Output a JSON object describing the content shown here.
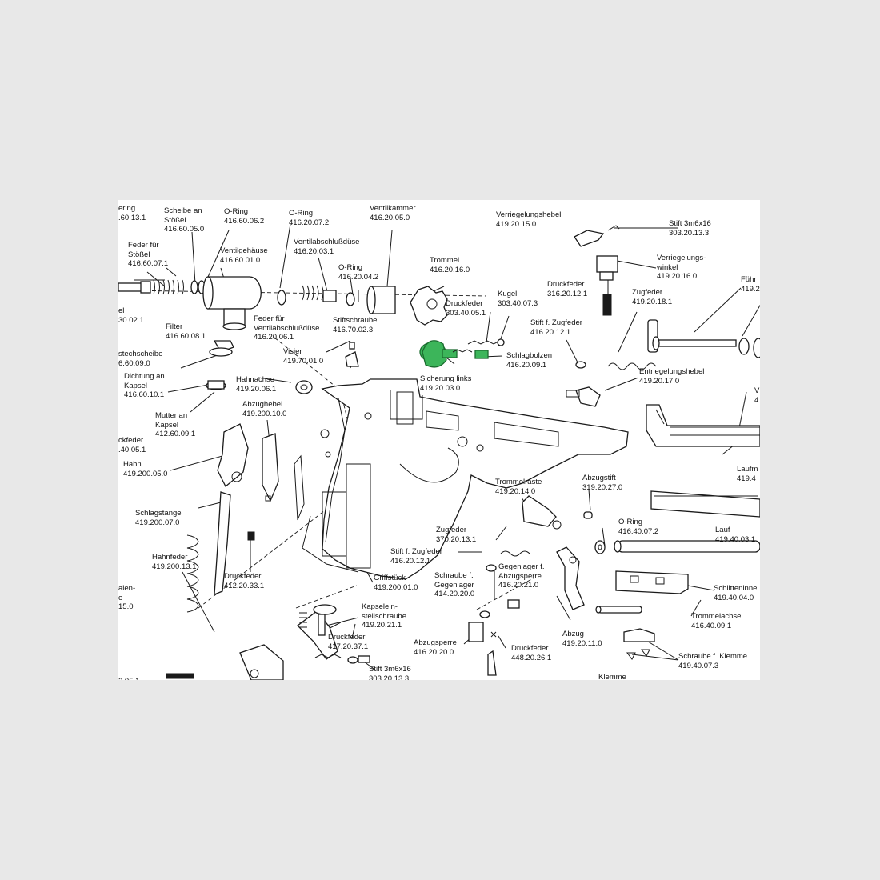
{
  "colors": {
    "background": "#e8e8e8",
    "sheet": "#ffffff",
    "line": "#1a1a1a",
    "highlight": "#3cb55a"
  },
  "labels": [
    {
      "key": "dichtring",
      "lines": [
        "ering",
        ".60.13.1"
      ]
    },
    {
      "key": "scheibe_stoessel",
      "lines": [
        "Scheibe an",
        "Stößel",
        "416.60.05.0"
      ]
    },
    {
      "key": "oring_1",
      "lines": [
        "O-Ring",
        "416.60.06.2"
      ]
    },
    {
      "key": "oring_2",
      "lines": [
        "O-Ring",
        "416.20.07.2"
      ]
    },
    {
      "key": "ventilkammer",
      "lines": [
        "Ventilkammer",
        "416.20.05.0"
      ]
    },
    {
      "key": "verriegelungshebel",
      "lines": [
        "Verriegelungshebel",
        "419.20.15.0"
      ]
    },
    {
      "key": "stift_3m6x16_top",
      "lines": [
        "Stift 3m6x16",
        "303.20.13.3"
      ]
    },
    {
      "key": "feder_stoessel",
      "lines": [
        "Feder für",
        "Stößel",
        "416.60.07.1"
      ]
    },
    {
      "key": "ventilgehaeuse",
      "lines": [
        "Ventilgehäuse",
        "416.60.01.0"
      ]
    },
    {
      "key": "ventilabschlussduese",
      "lines": [
        "Ventilabschlußdüse",
        "416.20.03.1"
      ]
    },
    {
      "key": "trommel",
      "lines": [
        "Trommel",
        "416.20.16.0"
      ]
    },
    {
      "key": "verriegelungswinkel",
      "lines": [
        "Verriegelungs-",
        "winkel",
        "419.20.16.0"
      ]
    },
    {
      "key": "oring_3",
      "lines": [
        "O-Ring",
        "416.20.04.2"
      ]
    },
    {
      "key": "druckfeder_316",
      "lines": [
        "Druckfeder",
        "316.20.12.1"
      ]
    },
    {
      "key": "fuehrung",
      "lines": [
        "Führ",
        "419.2"
      ]
    },
    {
      "key": "kugel",
      "lines": [
        "Kugel",
        "303.40.07.3"
      ]
    },
    {
      "key": "druckfeder_303",
      "lines": [
        "Druckfeder",
        "303.40.05.1"
      ]
    },
    {
      "key": "zugfeder_419",
      "lines": [
        "Zugfeder",
        "419.20.18.1"
      ]
    },
    {
      "key": "el_left",
      "lines": [
        "el",
        "30.02.1"
      ]
    },
    {
      "key": "filter",
      "lines": [
        "Filter",
        "416.60.08.1"
      ]
    },
    {
      "key": "feder_ventilabschluss",
      "lines": [
        "Feder für",
        "Ventilabschlußdüse",
        "416.20.06.1"
      ]
    },
    {
      "key": "stiftschraube",
      "lines": [
        "Stiftschraube",
        "416.70.02.3"
      ]
    },
    {
      "key": "stift_zugfeder_top",
      "lines": [
        "Stift f. Zugfeder",
        "416.20.12.1"
      ]
    },
    {
      "key": "stechscheibe",
      "lines": [
        "stechscheibe",
        "6.60.09.0"
      ]
    },
    {
      "key": "schlagbolzen",
      "lines": [
        "Schlagbolzen",
        "416.20.09.1"
      ]
    },
    {
      "key": "visier",
      "lines": [
        "Visier",
        "419.70.01.0"
      ]
    },
    {
      "key": "dichtung_kapsel",
      "lines": [
        "Dichtung an",
        "Kapsel",
        "416.60.10.1"
      ]
    },
    {
      "key": "hahnachse",
      "lines": [
        "Hahnachse",
        "419.20.06.1"
      ]
    },
    {
      "key": "sicherung_links",
      "lines": [
        "Sicherung links",
        "419.20.03.0"
      ]
    },
    {
      "key": "entriegelungshebel",
      "lines": [
        "Entriegelungshebel",
        "419.20.17.0"
      ]
    },
    {
      "key": "v_right",
      "lines": [
        "V",
        "4"
      ]
    },
    {
      "key": "mutter_kapsel",
      "lines": [
        "Mutter an",
        "Kapsel",
        "412.60.09.1"
      ]
    },
    {
      "key": "abzughebel",
      "lines": [
        "Abzughebel",
        "419.200.10.0"
      ]
    },
    {
      "key": "ckfeder",
      "lines": [
        "ckfeder",
        ".40.05.1"
      ]
    },
    {
      "key": "hahn",
      "lines": [
        "Hahn",
        "419.200.05.0"
      ]
    },
    {
      "key": "laufm",
      "lines": [
        "Laufm",
        "419.4"
      ]
    },
    {
      "key": "abzugstift",
      "lines": [
        "Abzugstift",
        "319.20.27.0"
      ]
    },
    {
      "key": "trommelraste",
      "lines": [
        "Trommelraste",
        "419.20.14.0"
      ]
    },
    {
      "key": "schlagstange",
      "lines": [
        "Schlagstange",
        "419.200.07.0"
      ]
    },
    {
      "key": "oring_4",
      "lines": [
        "O-Ring",
        "416.40.07.2"
      ]
    },
    {
      "key": "zugfeder_370",
      "lines": [
        "Zugfeder",
        "370.20.13.1"
      ]
    },
    {
      "key": "lauf",
      "lines": [
        "Lauf",
        "419.40.03.1"
      ]
    },
    {
      "key": "stift_zugfeder_mid",
      "lines": [
        "Stift f. Zugfeder",
        "416.20.12.1"
      ]
    },
    {
      "key": "hahnfeder",
      "lines": [
        "Hahnfeder",
        "419.200.13.1"
      ]
    },
    {
      "key": "gegenlager",
      "lines": [
        "Gegenlager f.",
        "Abzugsperre",
        "416.20.21.0"
      ]
    },
    {
      "key": "schraube_gegenlager",
      "lines": [
        "Schraube f.",
        "Gegenlager",
        "414.20.20.0"
      ]
    },
    {
      "key": "druckfeder_412",
      "lines": [
        "Druckfeder",
        "412.20.33.1"
      ]
    },
    {
      "key": "griffstueck",
      "lines": [
        "Griffstück",
        "419.200.01.0"
      ]
    },
    {
      "key": "schlitten",
      "lines": [
        "Schlitteninne",
        "419.40.04.0"
      ]
    },
    {
      "key": "alen",
      "lines": [
        "alen-",
        "e",
        "15.0"
      ]
    },
    {
      "key": "kapseleinstellschraube",
      "lines": [
        "Kapselein-",
        "stellschraube",
        "419.20.21.1"
      ]
    },
    {
      "key": "trommelachse",
      "lines": [
        "Trommelachse",
        "416.40.09.1"
      ]
    },
    {
      "key": "abzug",
      "lines": [
        "Abzug",
        "419.20.11.0"
      ]
    },
    {
      "key": "druckfeder_417",
      "lines": [
        "Druckfeder",
        "417.20.37.1"
      ]
    },
    {
      "key": "abzugsperre",
      "lines": [
        "Abzugsperre",
        "416.20.20.0"
      ]
    },
    {
      "key": "schraube_klemme",
      "lines": [
        "Schraube f. Klemme",
        "419.40.07.3"
      ]
    },
    {
      "key": "druckfeder_448",
      "lines": [
        "Druckfeder",
        "448.20.26.1"
      ]
    },
    {
      "key": "stift_3m6x16_bottom",
      "lines": [
        "Stift 3m6x16",
        "303.20.13.3"
      ]
    },
    {
      "key": "klemme",
      "lines": [
        "Klemme"
      ]
    },
    {
      "key": "cut_bottom_left",
      "lines": [
        "2.05.1"
      ]
    }
  ]
}
